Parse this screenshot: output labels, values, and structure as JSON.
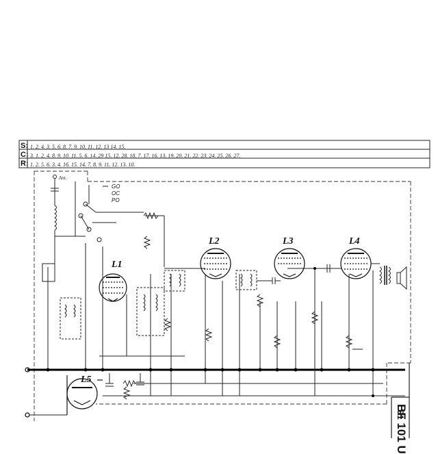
{
  "header": {
    "rows": [
      {
        "letter": "S:",
        "text": "1. 2. 4. 3. 5.                                                     6. 8. 7. 9.        10. 11.                                  12. 13                                                                                                 14. 15."
      },
      {
        "letter": "C:",
        "text": "3.   1. 2. 4. 8.  9.    10. 11. 5.   6. 14. 29  15. 12. 28. 18. 7.   17. 16. 13. 19. 20.        21.      22.     23. 24.        25.             26.                              27."
      },
      {
        "letter": "R:",
        "text": "1.     2.                5.  6. 3. 4.      16. 15.   14.                      7.                          8. 9.      11.            12.           13. 10."
      }
    ]
  },
  "schematic": {
    "antenna_label": "Ant.",
    "bands": [
      "GO",
      "OC",
      "PO"
    ],
    "tubes": [
      "L1",
      "L2",
      "L3",
      "L4",
      "L5"
    ]
  },
  "sidebar": {
    "model": "BF 101 U",
    "sheet": "S1"
  }
}
